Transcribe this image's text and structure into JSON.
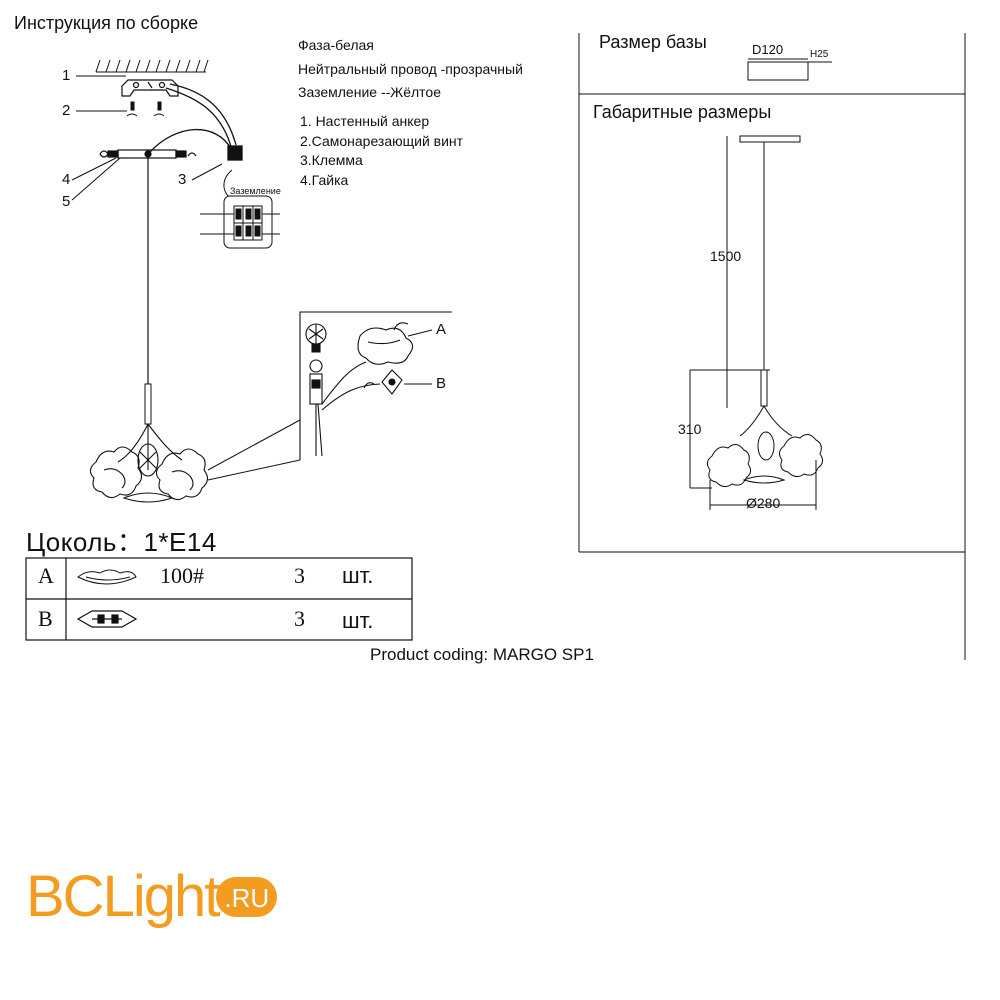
{
  "title": "Инструкция по сборке",
  "legend": {
    "phase": "Фаза-белая",
    "neutral": "Нейтральный провод -прозрачный",
    "ground": "Заземление --Жёлтое"
  },
  "parts_list": [
    "1. Настенный анкер",
    "2.Самонарезающий винт",
    "3.Клемма",
    "4.Гайка"
  ],
  "callouts": [
    "1",
    "2",
    "3",
    "4",
    "5"
  ],
  "terminal_label": "Заземление",
  "detail_labels": {
    "a": "A",
    "b": "B"
  },
  "base_size": {
    "title": "Размер базы",
    "diameter": "D120",
    "height": "H25"
  },
  "overall": {
    "title": "Габаритные размеры",
    "cable_length": "1500",
    "height": "310",
    "diameter": "Ø280"
  },
  "socket": {
    "label": "Цоколь：",
    "value": "1*E14"
  },
  "table": [
    {
      "letter": "A",
      "code": "100#",
      "qty": "3",
      "unit": "шт."
    },
    {
      "letter": "B",
      "code": "",
      "qty": "3",
      "unit": "шт."
    }
  ],
  "product_coding": "Product coding: MARGO SP1",
  "logo": {
    "bc": "BC",
    "light": "Light",
    "ru": ".RU"
  },
  "colors": {
    "logo_orange": "#f39c1f",
    "line": "#111111"
  }
}
